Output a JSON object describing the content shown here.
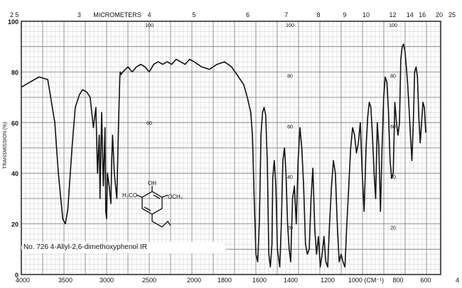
{
  "chart_data": {
    "type": "line",
    "title": "No. 726 4-Allyl-2,6-dimethoxyphenol IR",
    "ylabel": "TRANSMISSION (%)",
    "top_axis_label": "MICROMETERS",
    "bottom_axis_label": "1000 (CM⁻¹)",
    "xlim": [
      4000,
      400
    ],
    "ylim": [
      0,
      100
    ],
    "grid": true,
    "legend": "none",
    "y_ticks": [
      "0",
      "20",
      "40",
      "60",
      "80",
      "100"
    ],
    "x_ticks": [
      {
        "value": 4000,
        "label": "4000"
      },
      {
        "value": 3500,
        "label": "3500"
      },
      {
        "value": 3000,
        "label": "3000"
      },
      {
        "value": 2500,
        "label": "2500"
      },
      {
        "value": 2000,
        "label": "2000"
      },
      {
        "value": 1800,
        "label": "1800"
      },
      {
        "value": 1600,
        "label": "1600"
      },
      {
        "value": 1400,
        "label": "1400"
      },
      {
        "value": 1200,
        "label": "1200"
      },
      {
        "value": 1000,
        "label": "1000 (CM⁻¹)"
      },
      {
        "value": 800,
        "label": "800"
      },
      {
        "value": 600,
        "label": "600"
      },
      {
        "value": 400,
        "label": "4"
      }
    ],
    "top_ticks": [
      {
        "value": 2.5,
        "label": "2 5"
      },
      {
        "value": 3,
        "label": "3"
      },
      {
        "value": 4,
        "label": "4"
      },
      {
        "value": 5,
        "label": "5"
      },
      {
        "value": 6,
        "label": "6"
      },
      {
        "value": 7,
        "label": "7"
      },
      {
        "value": 8,
        "label": "8"
      },
      {
        "value": 9,
        "label": "9"
      },
      {
        "value": 10,
        "label": "10"
      },
      {
        "value": 12,
        "label": "12"
      },
      {
        "value": 14,
        "label": "14"
      },
      {
        "value": 16,
        "label": "16"
      },
      {
        "value": 20,
        "label": "20"
      },
      {
        "value": 25,
        "label": "25"
      }
    ],
    "series": [
      {
        "x": [
          4000,
          3900,
          3800,
          3700,
          3620,
          3580,
          3530,
          3500,
          3470,
          3420,
          3380,
          3330,
          3290,
          3240,
          3200,
          3160,
          3130,
          3110,
          3090,
          3080,
          3060,
          3040,
          3020,
          3010,
          3000,
          2990,
          2970,
          2950,
          2940,
          2930,
          2910,
          2880,
          2860,
          2845,
          2840,
          2830,
          2810,
          2780,
          2750,
          2700,
          2650,
          2600,
          2550,
          2500,
          2450,
          2400,
          2350,
          2300,
          2250,
          2200,
          2150,
          2100,
          2050,
          2000,
          1950,
          1900,
          1850,
          1800,
          1760,
          1720,
          1690,
          1670,
          1650,
          1640,
          1630,
          1620,
          1610,
          1600,
          1590,
          1580,
          1570,
          1560,
          1550,
          1540,
          1530,
          1520,
          1515,
          1505,
          1495,
          1485,
          1470,
          1460,
          1450,
          1440,
          1430,
          1420,
          1410,
          1400,
          1390,
          1380,
          1370,
          1360,
          1350,
          1340,
          1330,
          1320,
          1310,
          1300,
          1290,
          1280,
          1270,
          1260,
          1250,
          1240,
          1230,
          1220,
          1210,
          1200,
          1190,
          1180,
          1170,
          1160,
          1150,
          1140,
          1130,
          1120,
          1110,
          1100,
          1090,
          1080,
          1070,
          1060,
          1050,
          1040,
          1030,
          1020,
          1010,
          1000,
          990,
          980,
          970,
          960,
          950,
          940,
          930,
          920,
          910,
          900,
          890,
          880,
          870,
          860,
          850,
          840,
          830,
          820,
          810,
          800,
          790,
          780,
          770,
          760,
          750,
          740,
          730,
          720,
          710,
          700,
          690,
          680,
          670,
          660,
          650,
          640,
          630,
          620,
          610,
          600
        ],
        "y": [
          74,
          76,
          78,
          77,
          60,
          40,
          22,
          20,
          26,
          50,
          66,
          71,
          73,
          72,
          70,
          58,
          66,
          40,
          55,
          30,
          64,
          35,
          58,
          25,
          22,
          40,
          35,
          28,
          45,
          55,
          40,
          30,
          60,
          78,
          80,
          79,
          80,
          81,
          82,
          80,
          82,
          83,
          82,
          80,
          83,
          84,
          83,
          84,
          83,
          85,
          84,
          83,
          85,
          84,
          82,
          81,
          83,
          84,
          82,
          78,
          75,
          70,
          64,
          55,
          30,
          8,
          5,
          22,
          55,
          64,
          66,
          63,
          45,
          8,
          3,
          12,
          38,
          45,
          35,
          10,
          3,
          20,
          45,
          50,
          40,
          20,
          10,
          5,
          30,
          35,
          20,
          45,
          58,
          50,
          35,
          12,
          8,
          10,
          30,
          42,
          18,
          8,
          15,
          3,
          8,
          15,
          5,
          3,
          20,
          35,
          45,
          40,
          20,
          5,
          8,
          5,
          3,
          20,
          35,
          50,
          58,
          55,
          48,
          52,
          60,
          40,
          25,
          50,
          62,
          68,
          66,
          55,
          40,
          30,
          60,
          50,
          25,
          50,
          70,
          78,
          76,
          65,
          45,
          38,
          40,
          68,
          60,
          55,
          60,
          85,
          90,
          91,
          88,
          82,
          75,
          65,
          55,
          45,
          60,
          80,
          82,
          78,
          62,
          52,
          60,
          68,
          66,
          56
        ]
      }
    ],
    "annotations": {
      "scale_marks": [
        "100",
        "80",
        "60",
        "40",
        "20"
      ],
      "structure_labels": [
        "OH",
        "H₃CO",
        "OCH₃"
      ]
    }
  }
}
